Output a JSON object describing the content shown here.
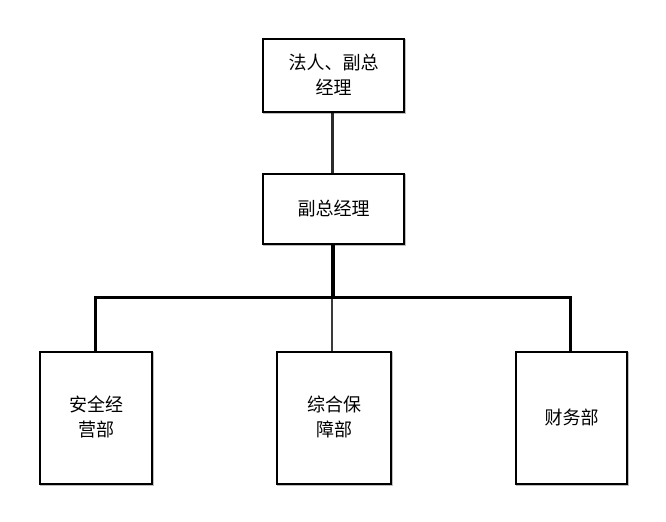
{
  "diagram": {
    "type": "org-chart",
    "colors": {
      "background": "#ffffff",
      "node_fill": "#ffffff",
      "node_border": "#000000",
      "line": "#000000",
      "text": "#000000"
    },
    "nodes": [
      {
        "id": "root",
        "label": "法人、副总\n经理"
      },
      {
        "id": "deputy-gm",
        "label": "副总经理"
      },
      {
        "id": "dept-safety",
        "label": "安全经\n营部"
      },
      {
        "id": "dept-support",
        "label": "综合保\n障部"
      },
      {
        "id": "dept-finance",
        "label": "财务部"
      }
    ],
    "edges": [
      {
        "from": "root",
        "to": "deputy-gm"
      },
      {
        "from": "deputy-gm",
        "to": "dept-safety"
      },
      {
        "from": "deputy-gm",
        "to": "dept-support"
      },
      {
        "from": "deputy-gm",
        "to": "dept-finance"
      }
    ]
  }
}
